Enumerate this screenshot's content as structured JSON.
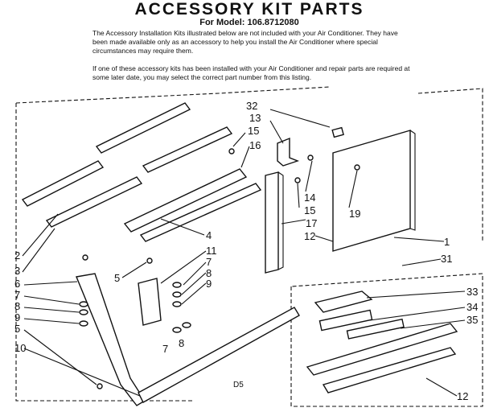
{
  "header": {
    "title": "ACCESSORY KIT PARTS",
    "model": "For Model: 106.8712080"
  },
  "intro": {
    "paragraph1": "The Accessory Installation Kits illustrated below are not included with your Air Conditioner. They have been made available only as an accessory to help you install the Air Conditioner where special circumstances may require them.",
    "paragraph2": "If one of these accessory kits has been installed with your Air Conditioner and repair parts are required at some later date, you may select the correct part number from this listing."
  },
  "callouts": [
    "32",
    "13",
    "15",
    "16",
    "14",
    "15",
    "17",
    "12",
    "19",
    "1",
    "31",
    "4",
    "11",
    "7",
    "8",
    "9",
    "5",
    "2",
    "3",
    "6",
    "7",
    "8",
    "9",
    "5",
    "10",
    "7",
    "8",
    "33",
    "34",
    "35",
    "12"
  ],
  "figure_code": "D5"
}
